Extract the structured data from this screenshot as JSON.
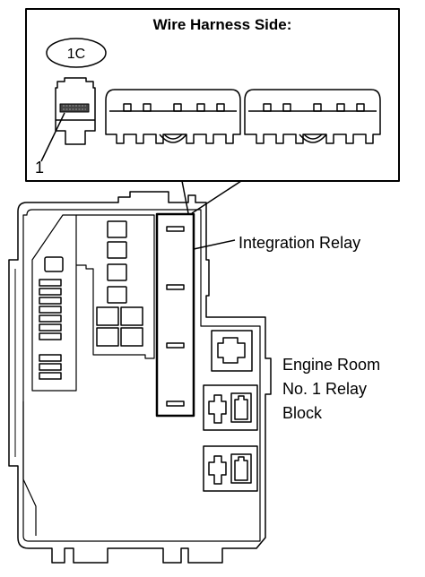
{
  "callout": {
    "title": "Wire Harness Side:",
    "connector_code": "1C",
    "pin_label": "1"
  },
  "labels": {
    "integration_relay": "Integration Relay",
    "relay_block_line1": "Engine Room",
    "relay_block_line2": "No. 1 Relay",
    "relay_block_line3": "Block"
  }
}
